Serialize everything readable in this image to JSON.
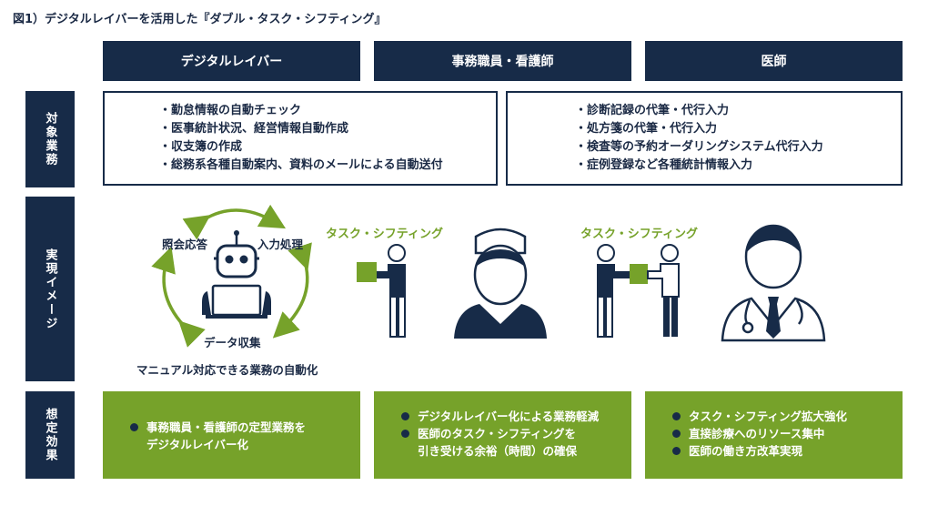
{
  "title": "図1）デジタルレイバーを活用した『ダブル・タスク・シフティング』",
  "columns": [
    "デジタルレイバー",
    "事務職員・看護師",
    "医師"
  ],
  "rows": [
    "対象業務",
    "実現イメージ",
    "想定効果"
  ],
  "target_tasks": {
    "left": [
      "・勤怠情報の自動チェック",
      "・医事統計状況、経営情報自動作成",
      "・収支簿の作成",
      "・総務系各種自動案内、資料のメールによる自動送付"
    ],
    "right": [
      "・診断記録の代筆・代行入力",
      "・処方箋の代筆・代行入力",
      "・検査等の予約オーダリングシステム代行入力",
      "・症例登録など各種統計情報入力"
    ]
  },
  "image": {
    "robot_labels": [
      "照会応答",
      "入力処理",
      "データ収集"
    ],
    "robot_caption": "マニュアル対応できる業務の自動化",
    "shift_label_1": "タスク・シフティング",
    "shift_label_2": "タスク・シフティング"
  },
  "effects": {
    "col1": [
      "事務職員・看護師の定型業務を",
      "デジタルレイバー化"
    ],
    "col2": [
      "デジタルレイバー化による業務軽減",
      "医師のタスク・シフティングを",
      "引き受ける余裕（時間）の確保"
    ],
    "col3": [
      "タスク・シフティング拡大強化",
      "直接診療へのリソース集中",
      "医師の働き方改革実現"
    ]
  },
  "colors": {
    "navy": "#172b48",
    "green": "#76a22a"
  }
}
